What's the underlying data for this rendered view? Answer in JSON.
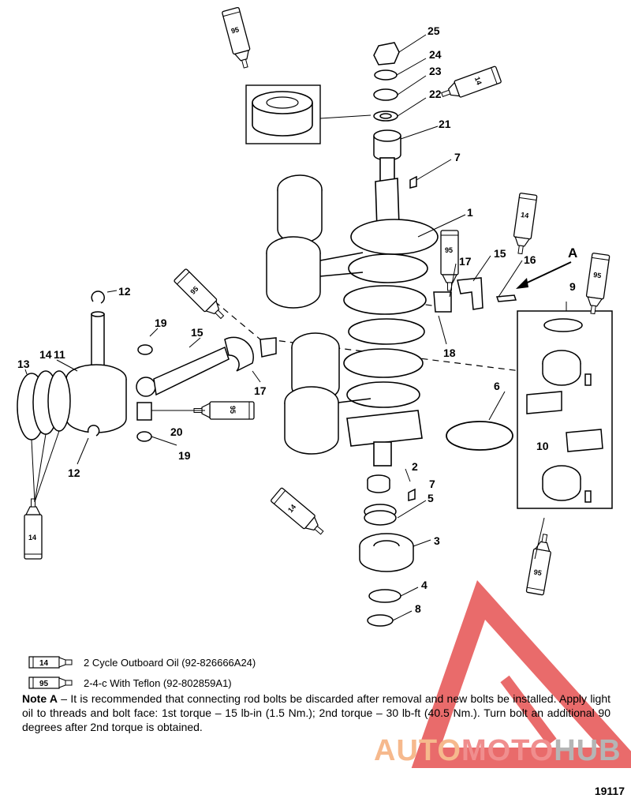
{
  "callouts": {
    "n1": "1",
    "n2": "2",
    "n3": "3",
    "n4": "4",
    "n5": "5",
    "n6": "6",
    "n7a": "7",
    "n7b": "7",
    "n8": "8",
    "n9": "9",
    "n10": "10",
    "n11": "11",
    "n12a": "12",
    "n12b": "12",
    "n13": "13",
    "n14": "14",
    "n15a": "15",
    "n15b": "15",
    "n16": "16",
    "n17a": "17",
    "n17b": "17",
    "n18": "18",
    "n19a": "19",
    "n19b": "19",
    "n20": "20",
    "n21": "21",
    "n22": "22",
    "n23": "23",
    "n24": "24",
    "n25": "25",
    "noteA": "A"
  },
  "tubes": {
    "t95_top": "95",
    "t14_top": "14",
    "t95_right": "95",
    "t14_right": "14",
    "t95_box": "95",
    "t95_left": "95",
    "t95_mid": "95",
    "t14_low": "14",
    "t14_left": "14",
    "t95_bottom": "95"
  },
  "legend": [
    {
      "tube": "14",
      "text": "2 Cycle Outboard Oil (92-826666A24)"
    },
    {
      "tube": "95",
      "text": "2-4-c With Teflon (92-802859A1)"
    }
  ],
  "note": {
    "label": "Note A",
    "text": " – It is recommended that connecting rod bolts be discarded after removal and new bolts be installed.  Apply light oil to threads and bolt face: 1st torque – 15 lb-in (1.5 Nm.); 2nd torque – 30 lb-ft (40.5 Nm.). Turn bolt an additional 90 degrees after 2nd torque is obtained."
  },
  "doc_number": "19117",
  "watermark": {
    "word1": "AUTO",
    "word2": "MOTO",
    "word3": "HUB"
  },
  "colors": {
    "line": "#000000",
    "watermark_red": "#e23a3a",
    "watermark_orange": "#f4a56a",
    "watermark_gray": "#9a9a9a"
  }
}
